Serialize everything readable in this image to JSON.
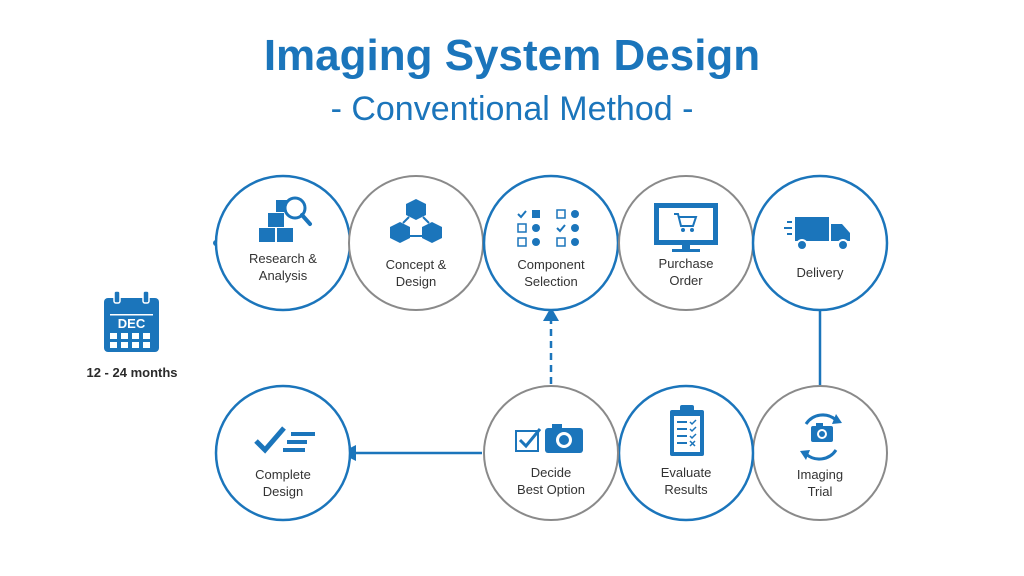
{
  "title": "Imaging System Design",
  "subtitle": "- Conventional Method -",
  "calendar": {
    "month": "DEC",
    "icon": "calendar-icon",
    "duration": "12 - 24 months"
  },
  "colors": {
    "blue": "#1b75bb",
    "gray": "#8a8a8a",
    "text": "#333333"
  },
  "steps": [
    {
      "id": "research",
      "line1": "Research &",
      "line2": "Analysis",
      "icon": "research-magnifier-icon"
    },
    {
      "id": "concept",
      "line1": "Concept &",
      "line2": "Design",
      "icon": "cubes-network-icon"
    },
    {
      "id": "component",
      "line1": "Component",
      "line2": "Selection",
      "icon": "checklist-grid-icon"
    },
    {
      "id": "purchase",
      "line1": "Purchase",
      "line2": "Order",
      "icon": "monitor-cart-icon"
    },
    {
      "id": "delivery",
      "line1": "Delivery",
      "line2": "",
      "icon": "truck-icon"
    },
    {
      "id": "imaging",
      "line1": "Imaging",
      "line2": "Trial",
      "icon": "camera-cycle-icon"
    },
    {
      "id": "evaluate",
      "line1": "Evaluate",
      "line2": "Results",
      "icon": "clipboard-check-icon"
    },
    {
      "id": "decide",
      "line1": "Decide",
      "line2": "Best Option",
      "icon": "checkbox-camera-icon"
    },
    {
      "id": "complete",
      "line1": "Complete",
      "line2": "Design",
      "icon": "check-lines-icon"
    }
  ]
}
